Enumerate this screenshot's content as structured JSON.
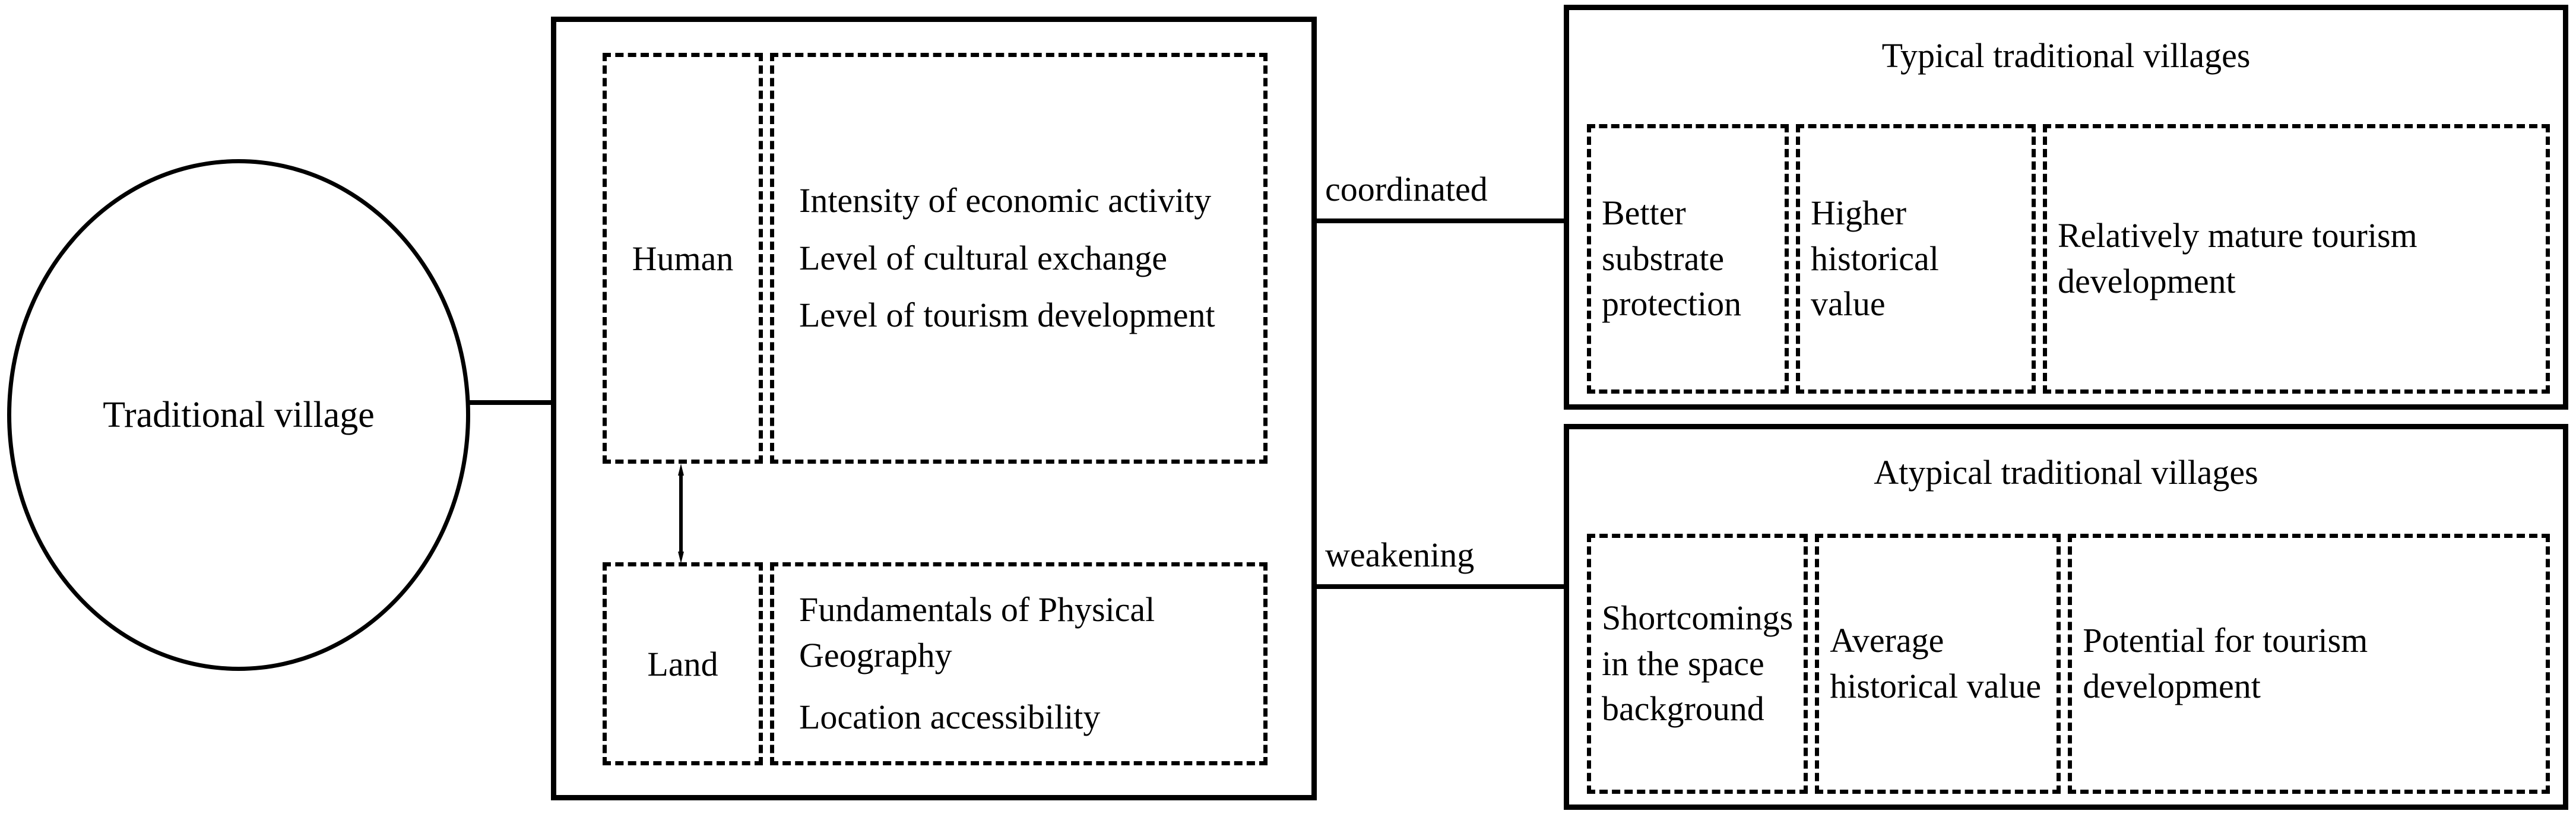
{
  "source": {
    "label": "Traditional village"
  },
  "factors": {
    "groups": [
      {
        "key": "Human",
        "items": [
          "Intensity of economic activity",
          "Level of cultural exchange",
          "Level of tourism development"
        ]
      },
      {
        "key": "Land",
        "items": [
          "Fundamentals of Physical Geography",
          "Location accessibility"
        ]
      }
    ],
    "relation_icon": "double-headed-vertical-arrow"
  },
  "connectors": {
    "top_label": "coordinated",
    "bottom_label": "weakening"
  },
  "outcomes": [
    {
      "title": "Typical traditional villages",
      "columns": [
        "Better substrate protection",
        "Higher historical value",
        "Relatively mature tourism development"
      ]
    },
    {
      "title": "Atypical traditional villages",
      "columns": [
        "Shortcomings in the space background",
        "Average historical value",
        "Potential for tourism development"
      ]
    }
  ],
  "colors": {
    "stroke": "#000000",
    "background": "#ffffff"
  }
}
